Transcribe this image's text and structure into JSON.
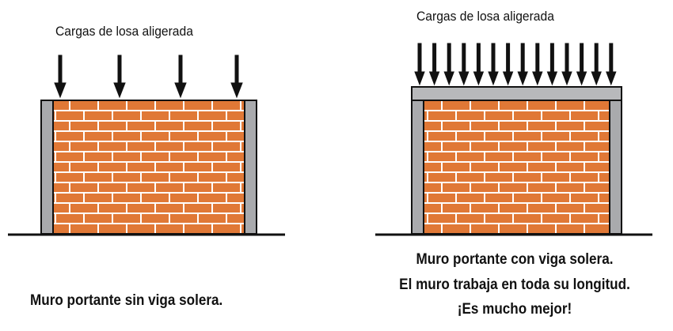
{
  "left_diagram": {
    "load_label": "Cargas de losa aligerada",
    "caption": "Muro portante sin viga solera."
  },
  "right_diagram": {
    "load_label": "Cargas de losa aligerada",
    "caption_lines": [
      "Muro portante con viga solera.",
      "El muro trabaja en toda su longitud.",
      "¡Es mucho mejor!"
    ]
  },
  "colors": {
    "brick": "#e07836",
    "mortar": "#ffffff",
    "column": "#a9aaad",
    "outline": "#111111",
    "beam": "#b8b9bb",
    "ground": "#111111"
  }
}
